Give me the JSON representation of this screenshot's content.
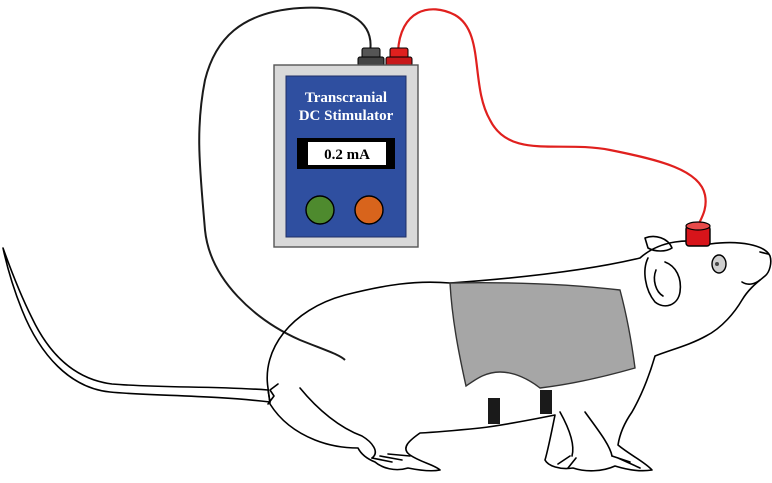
{
  "device": {
    "title_line1": "Transcranial",
    "title_line2": "DC Stimulator",
    "display_value": "0.2 mA",
    "body_color": "#2f4fa0",
    "frame_color": "#d9d9d9",
    "green_button_color": "#4e8a2e",
    "orange_button_color": "#d8641c"
  },
  "wires": {
    "anode_color": "#e0201e",
    "cathode_color": "#1a1a1a"
  },
  "electrode": {
    "color": "#d7141a"
  },
  "jacket": {
    "color": "#a6a6a6"
  }
}
